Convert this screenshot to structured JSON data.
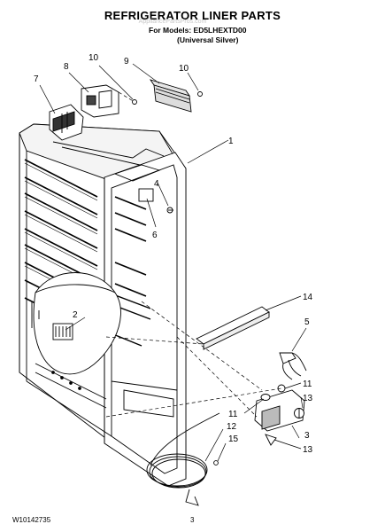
{
  "header": {
    "title": "REFRIGERATOR LINER PARTS",
    "models_line": "For Models: ED5LHEXTD00",
    "color_line": "(Universal Silver)",
    "watermark": "AppliancePartsPros.com"
  },
  "callouts": {
    "c1": "1",
    "c2": "2",
    "c3": "3",
    "c4": "4",
    "c5": "5",
    "c6": "6",
    "c7": "7",
    "c8": "8",
    "c9": "9",
    "c10a": "10",
    "c10b": "10",
    "c11a": "11",
    "c11b": "11",
    "c12": "12",
    "c13a": "13",
    "c13b": "13",
    "c14": "14",
    "c15": "15"
  },
  "footer": {
    "doc_number": "W10142735",
    "page_number": "3"
  }
}
